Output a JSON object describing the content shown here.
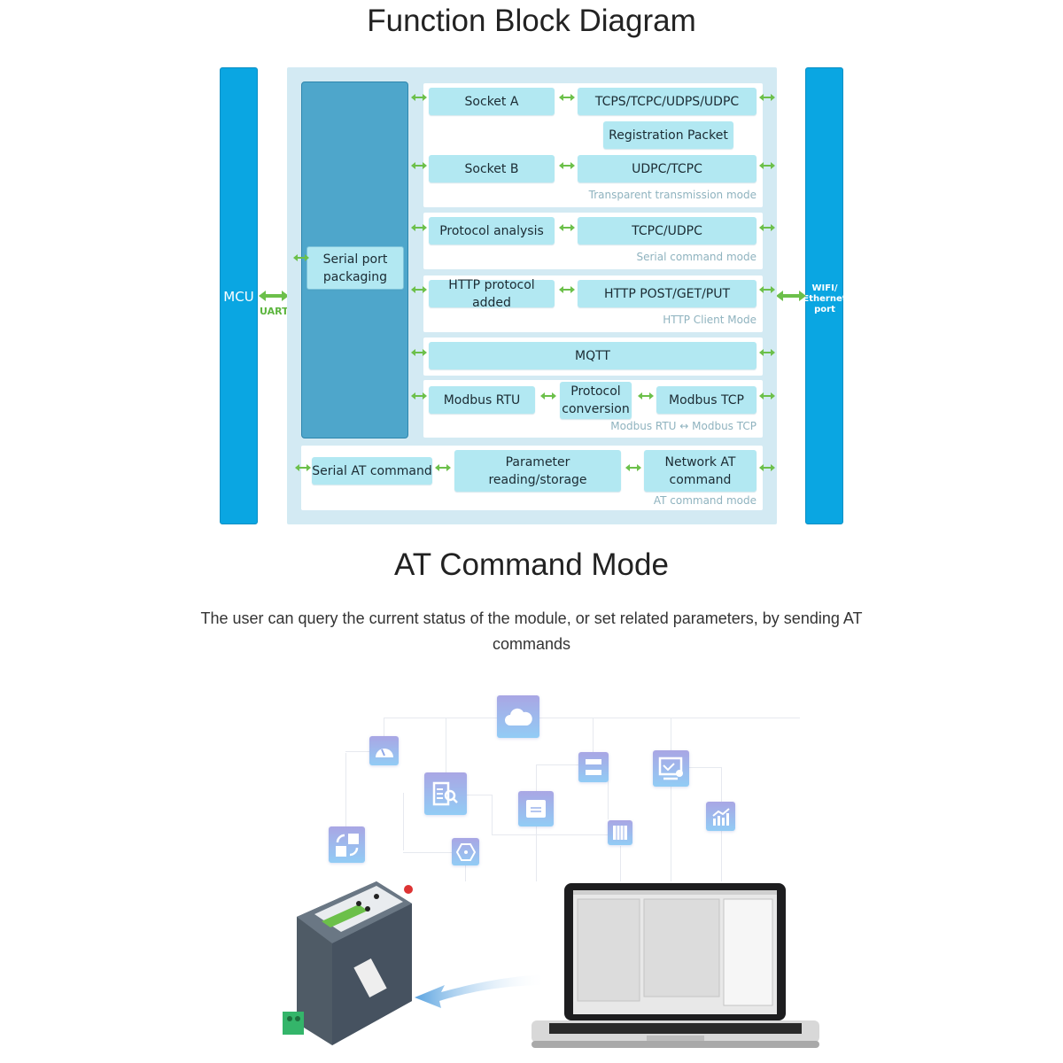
{
  "header": {
    "title": "Function Block Diagram"
  },
  "diagram": {
    "left_bar": "MCU",
    "uart_label": "UART",
    "right_bar": "WIFI/ Ethernet port",
    "right_bar_lines": [
      "WIFI/",
      "Ethernet",
      "port"
    ],
    "core_block": {
      "line1": "Serial port",
      "line2": "packaging"
    },
    "groups": [
      {
        "mode": "Transparent transmission mode",
        "boxes": [
          "Socket A",
          "TCPS/TCPC/UDPS/UDPC",
          "Registration Packet",
          "Socket B",
          "UDPC/TCPC"
        ]
      },
      {
        "mode": "Serial command mode",
        "boxes": [
          "Protocol analysis",
          "TCPC/UDPC"
        ]
      },
      {
        "mode": "HTTP Client Mode",
        "boxes": [
          "HTTP protocol added",
          "HTTP POST/GET/PUT"
        ]
      },
      {
        "mode": "",
        "boxes": [
          "MQTT"
        ]
      },
      {
        "mode": "Modbus RTU ↔ Modbus TCP",
        "boxes": [
          "Modbus RTU",
          "Protocol conversion",
          "Modbus TCP"
        ],
        "conversion_lines": [
          "Protocol",
          "conversion"
        ]
      },
      {
        "mode": "AT command mode",
        "boxes": [
          "Serial AT command",
          "Parameter reading/storage",
          "Network AT command"
        ],
        "network_lines": [
          "Network AT",
          "command"
        ]
      }
    ],
    "colors": {
      "bar": "#0aa6e2",
      "core": "#4ea6cb",
      "box": "#b2e8f2",
      "frame": "#d3eaf3",
      "arrow": "#6cc04a",
      "mode_text": "#8fb3bf"
    }
  },
  "section2": {
    "title": "AT Command Mode",
    "description": "The user can query the current status of the module, or set related parameters, by sending AT commands"
  },
  "illustration": {
    "icons": [
      "cloud-icon",
      "gauge-icon",
      "document-search-icon",
      "server-transfer-icon",
      "monitor-settings-icon",
      "box-exchange-icon",
      "chart-growth-icon",
      "user-swap-icon",
      "hexagon-network-icon",
      "piano-keys-icon"
    ],
    "device": "serial-server-device",
    "laptop": "laptop-config-software"
  }
}
